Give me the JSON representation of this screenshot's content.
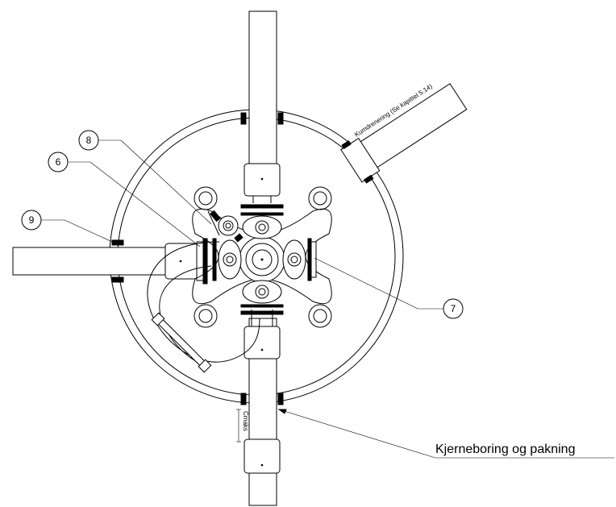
{
  "callouts": [
    {
      "id": "6",
      "label": "6"
    },
    {
      "id": "7",
      "label": "7"
    },
    {
      "id": "8",
      "label": "8"
    },
    {
      "id": "9",
      "label": "9"
    }
  ],
  "labels": {
    "core_drilling": "Kjerneboring og pakning",
    "drainage": "Kumdrenering (Se kapittel 5.14)",
    "cmaks": "Cmaks"
  }
}
